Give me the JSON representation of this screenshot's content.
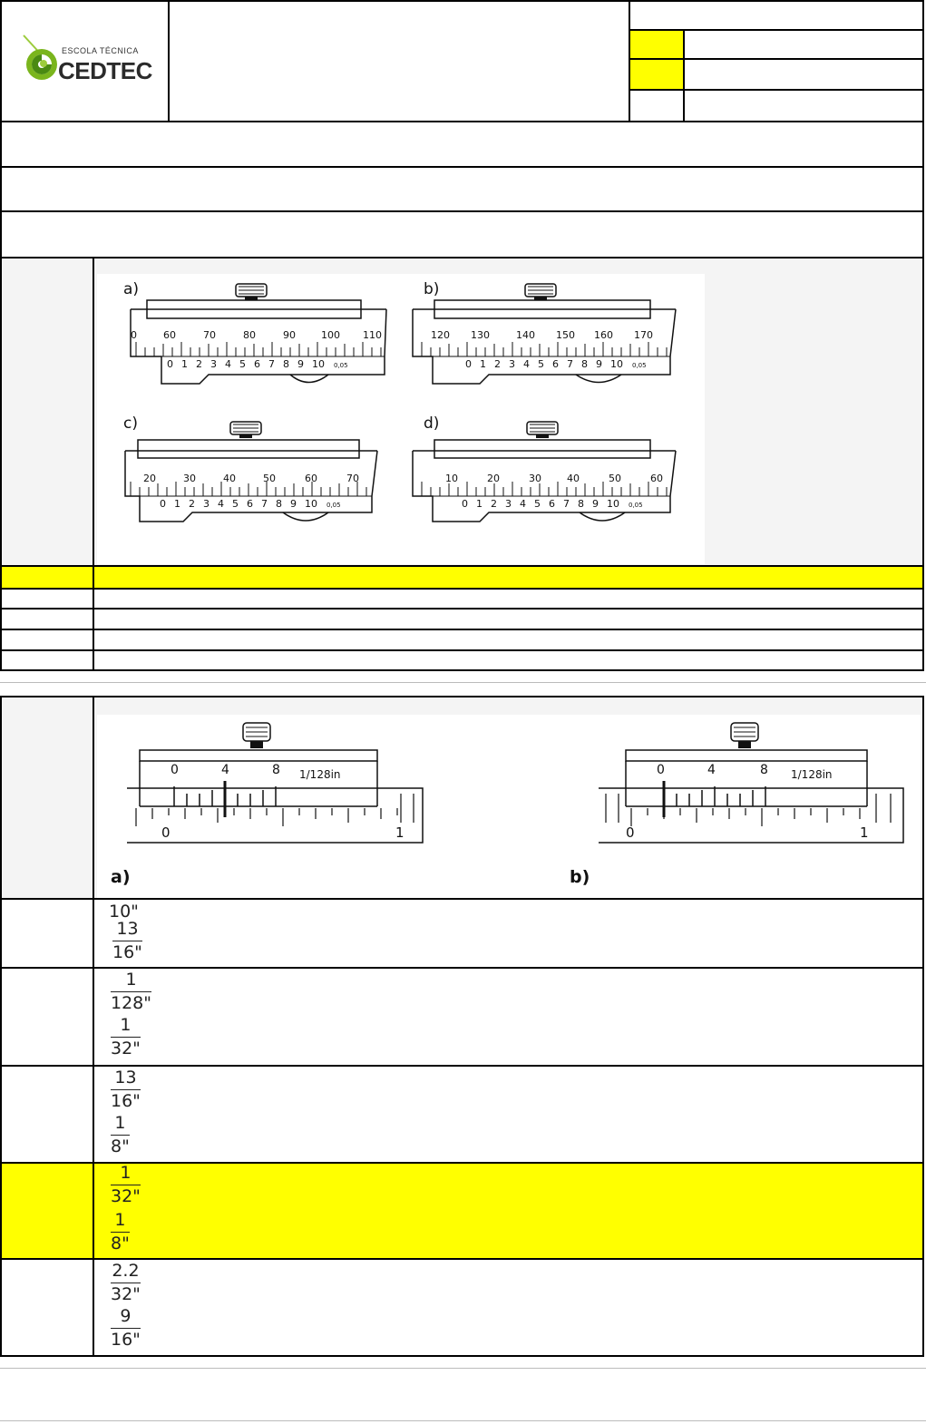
{
  "header": {
    "logo": {
      "top_text": "ESCOLA TÉCNICA",
      "brand": "CEDTEC"
    }
  },
  "calipers_metric": [
    {
      "label": "a)",
      "main_scale": [
        "0",
        "60",
        "70",
        "80",
        "90",
        "100",
        "110"
      ],
      "vernier_scale": [
        "0",
        "1",
        "2",
        "3",
        "4",
        "5",
        "6",
        "7",
        "8",
        "9",
        "10"
      ],
      "resolution": "0,05"
    },
    {
      "label": "b)",
      "main_scale": [
        "120",
        "130",
        "140",
        "150",
        "160",
        "170"
      ],
      "vernier_scale": [
        "0",
        "1",
        "2",
        "3",
        "4",
        "5",
        "6",
        "7",
        "8",
        "9",
        "10"
      ],
      "resolution": "0,05"
    },
    {
      "label": "c)",
      "main_scale": [
        "20",
        "30",
        "40",
        "50",
        "60",
        "70"
      ],
      "vernier_scale": [
        "0",
        "1",
        "2",
        "3",
        "4",
        "5",
        "6",
        "7",
        "8",
        "9",
        "10"
      ],
      "resolution": "0,05"
    },
    {
      "label": "d)",
      "main_scale": [
        "10",
        "20",
        "30",
        "40",
        "50",
        "60"
      ],
      "vernier_scale": [
        "0",
        "1",
        "2",
        "3",
        "4",
        "5",
        "6",
        "7",
        "8",
        "9",
        "10"
      ],
      "resolution": "0,05"
    }
  ],
  "calipers_inch": [
    {
      "label": "a)",
      "vernier_labels": [
        "0",
        "4",
        "8"
      ],
      "unit": "1/128in",
      "main_labels": [
        "0",
        "1"
      ]
    },
    {
      "label": "b)",
      "vernier_labels": [
        "0",
        "4",
        "8"
      ],
      "unit": "1/128in",
      "main_labels": [
        "0",
        "1"
      ]
    }
  ],
  "inch_options": [
    {
      "plain": "10\"",
      "frac": {
        "num": "13",
        "den": "16\""
      }
    },
    {
      "frac1": {
        "num": "1",
        "den": "128\""
      },
      "frac2": {
        "num": "1",
        "den": "32\""
      }
    },
    {
      "frac1": {
        "num": "13",
        "den": "16\""
      },
      "frac2": {
        "num": "1",
        "den": "8\""
      }
    },
    {
      "frac1": {
        "num": "1",
        "den": "32\""
      },
      "frac2": {
        "num": "1",
        "den": "8\""
      }
    },
    {
      "frac1": {
        "num": "2.2",
        "den": "32\""
      },
      "frac2": {
        "num": "9",
        "den": "16\""
      }
    }
  ],
  "colors": {
    "highlight": "#ffff00",
    "border": "#000000",
    "panel": "#f4f4f4",
    "logo_green": "#7ab51d",
    "logo_dark": "#2b2b2b"
  }
}
